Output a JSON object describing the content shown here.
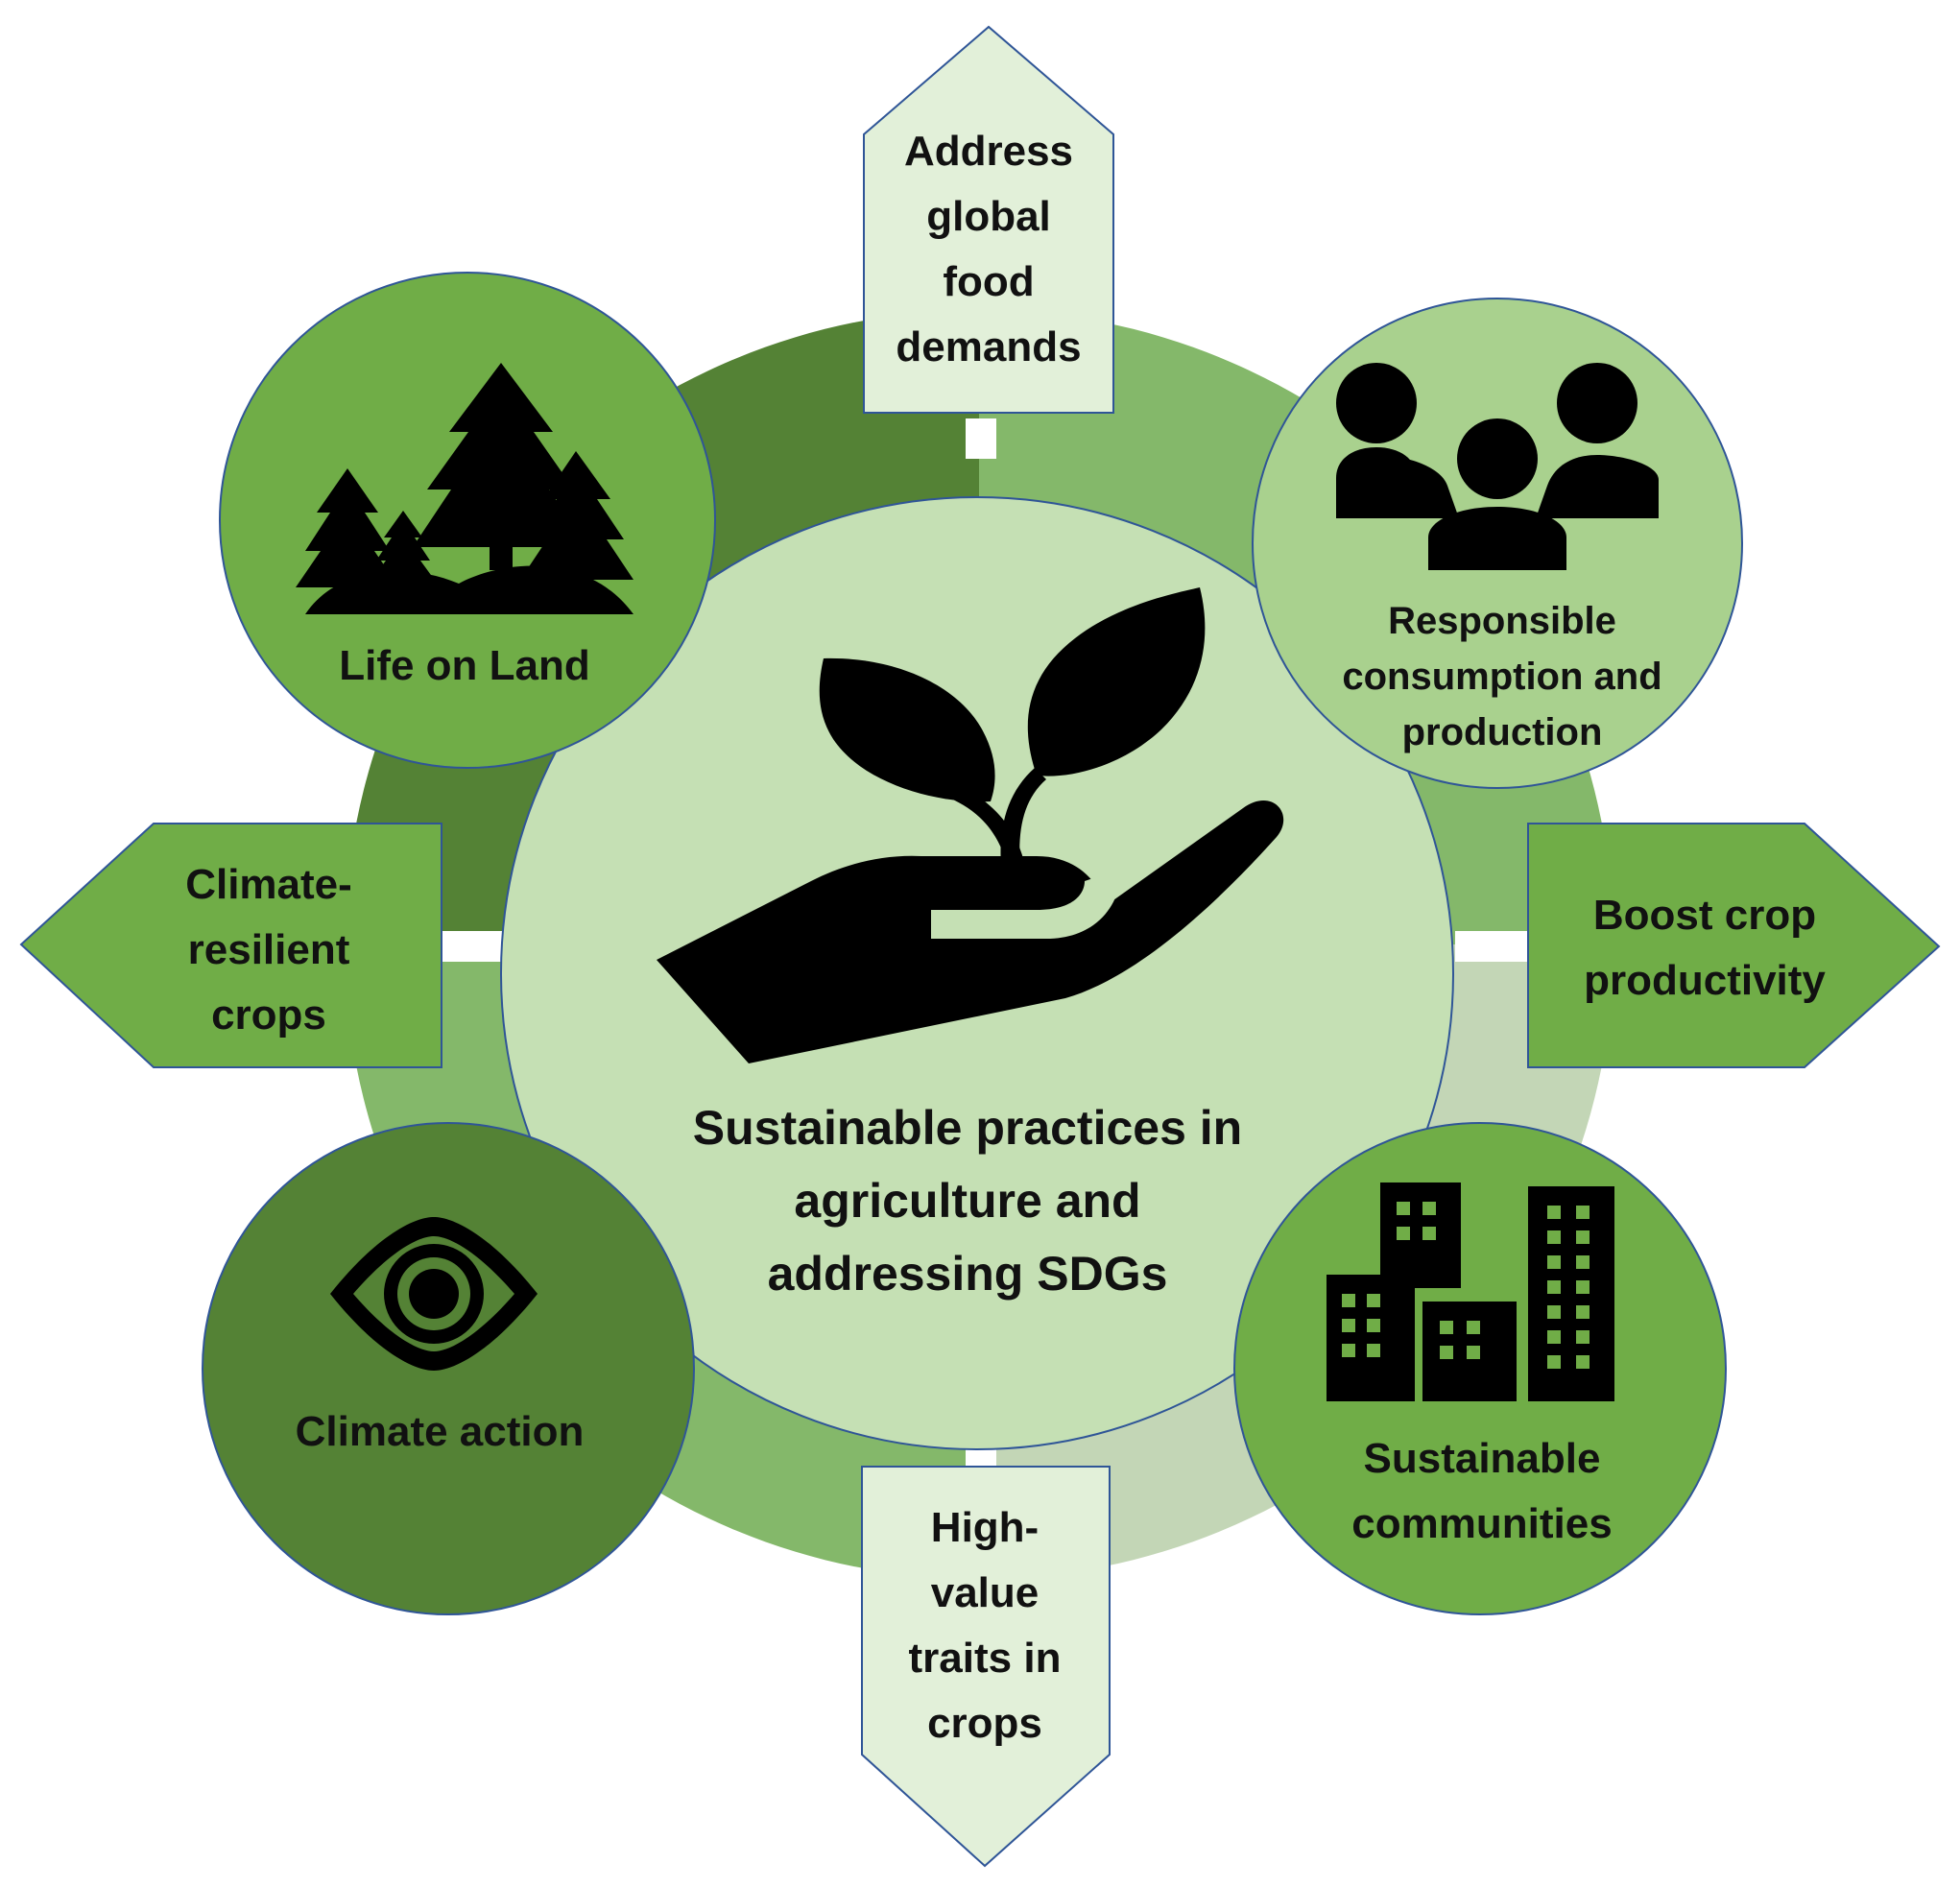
{
  "center": {
    "title": [
      "Sustainable practices in",
      "agriculture and",
      "addressing SDGs"
    ],
    "icon": "hand-holding-seedling-icon"
  },
  "arrows": {
    "top": [
      "Address",
      "global",
      "food",
      "demands"
    ],
    "right": [
      "Boost crop",
      "productivity"
    ],
    "bottom": [
      "High-",
      "value",
      "traits in",
      "crops"
    ],
    "left": [
      "Climate-",
      "resilient",
      "crops"
    ]
  },
  "circles": {
    "life_on_land": {
      "label": "Life on Land",
      "icon": "forest-trees-icon"
    },
    "responsible": {
      "label": [
        "Responsible",
        "consumption and",
        "production"
      ],
      "icon": "people-group-icon"
    },
    "communities": {
      "label": [
        "Sustainable",
        "communities"
      ],
      "icon": "city-buildings-icon"
    },
    "climate_action": {
      "label": "Climate action",
      "icon": "eye-icon"
    }
  },
  "colors": {
    "ring_dark": "#548235",
    "ring_mid": "#84b86a",
    "ring_light": "#c3d6b6",
    "center_fill": "#c5e0b4",
    "circle_bright": "#70ad47",
    "circle_light": "#a9d18e",
    "circle_dark": "#548235",
    "arrow_pale": "#e2f0d9",
    "arrow_bright": "#70ad47",
    "outline": "#2f5597"
  }
}
